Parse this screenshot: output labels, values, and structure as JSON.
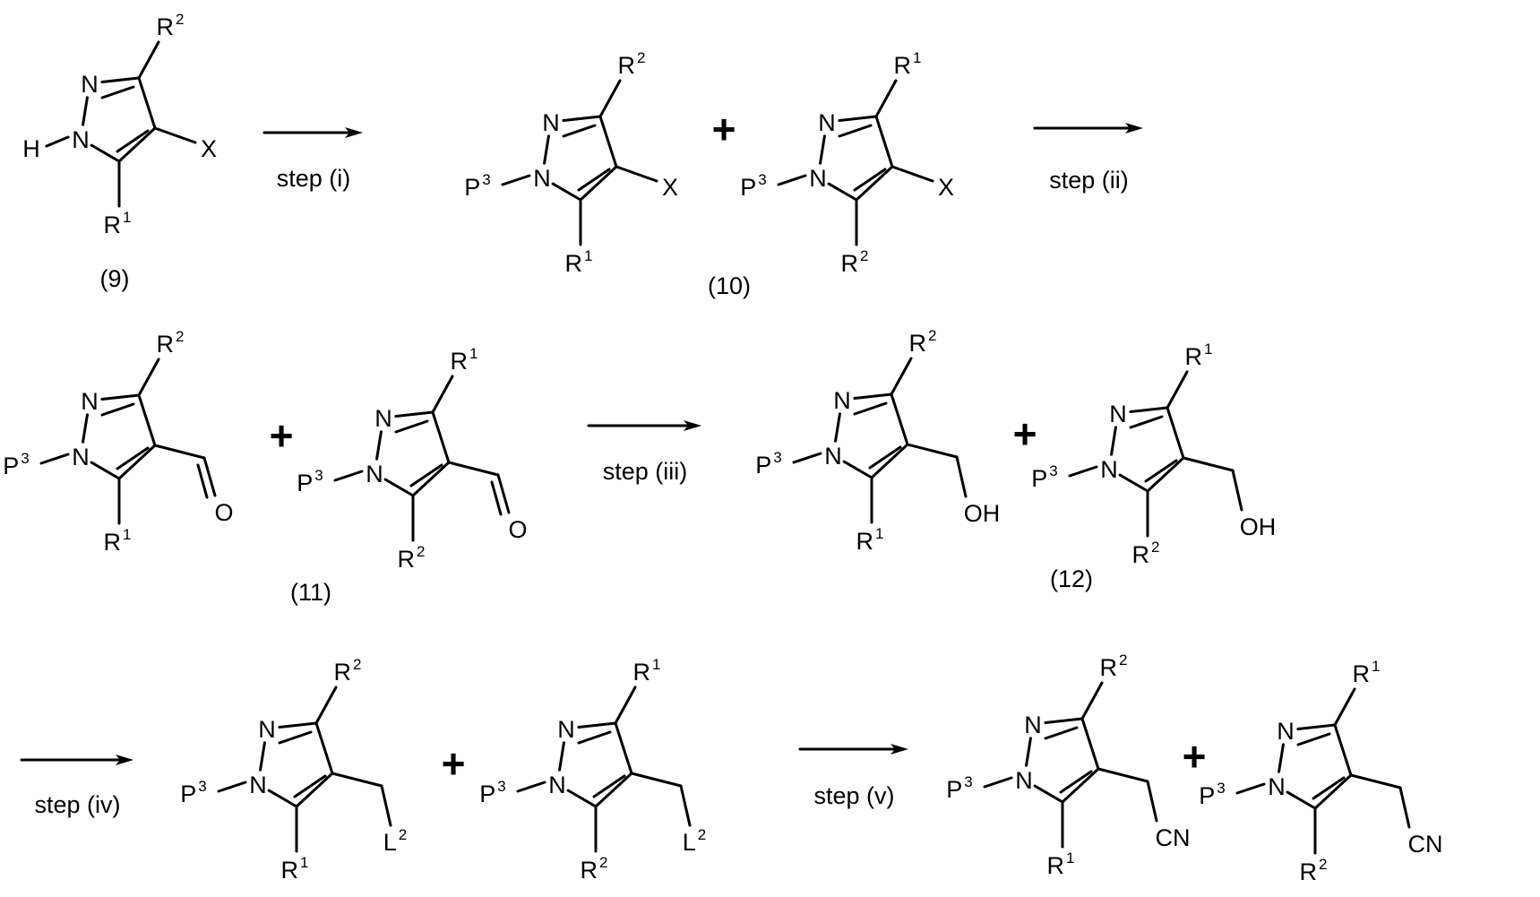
{
  "scheme": {
    "compounds": [
      {
        "id": "9",
        "label": "(9)",
        "structures": [
          {
            "n1": "H",
            "top": [
              "R",
              "2"
            ],
            "bottom": [
              "R",
              "1"
            ],
            "c4_group": "X"
          }
        ]
      },
      {
        "id": "10",
        "label": "(10)",
        "structures": [
          {
            "n1": [
              "P",
              "3"
            ],
            "top": [
              "R",
              "2"
            ],
            "bottom": [
              "R",
              "1"
            ],
            "c4_group": "X"
          },
          {
            "n1": [
              "P",
              "3"
            ],
            "top": [
              "R",
              "1"
            ],
            "bottom": [
              "R",
              "2"
            ],
            "c4_group": "X"
          }
        ]
      },
      {
        "id": "11",
        "label": "(11)",
        "structures": [
          {
            "n1": [
              "P",
              "3"
            ],
            "top": [
              "R",
              "2"
            ],
            "bottom": [
              "R",
              "1"
            ],
            "c4_group": "O",
            "c4_type": "aldehyde"
          },
          {
            "n1": [
              "P",
              "3"
            ],
            "top": [
              "R",
              "1"
            ],
            "bottom": [
              "R",
              "2"
            ],
            "c4_group": "O",
            "c4_type": "aldehyde"
          }
        ]
      },
      {
        "id": "12",
        "label": "(12)",
        "structures": [
          {
            "n1": [
              "P",
              "3"
            ],
            "top": [
              "R",
              "2"
            ],
            "bottom": [
              "R",
              "1"
            ],
            "c4_group": "OH",
            "c4_type": "ch2"
          },
          {
            "n1": [
              "P",
              "3"
            ],
            "top": [
              "R",
              "1"
            ],
            "bottom": [
              "R",
              "2"
            ],
            "c4_group": "OH",
            "c4_type": "ch2"
          }
        ]
      },
      {
        "id": "13",
        "label": "",
        "structures": [
          {
            "n1": [
              "P",
              "3"
            ],
            "top": [
              "R",
              "2"
            ],
            "bottom": [
              "R",
              "1"
            ],
            "c4_group": [
              "L",
              "2"
            ],
            "c4_type": "ch2"
          },
          {
            "n1": [
              "P",
              "3"
            ],
            "top": [
              "R",
              "1"
            ],
            "bottom": [
              "R",
              "2"
            ],
            "c4_group": [
              "L",
              "2"
            ],
            "c4_type": "ch2"
          }
        ]
      },
      {
        "id": "14",
        "label": "",
        "structures": [
          {
            "n1": [
              "P",
              "3"
            ],
            "top": [
              "R",
              "2"
            ],
            "bottom": [
              "R",
              "1"
            ],
            "c4_group": "CN",
            "c4_type": "ch2"
          },
          {
            "n1": [
              "P",
              "3"
            ],
            "top": [
              "R",
              "1"
            ],
            "bottom": [
              "R",
              "2"
            ],
            "c4_group": "CN",
            "c4_type": "ch2"
          }
        ]
      }
    ],
    "steps": [
      "step (i)",
      "step (ii)",
      "step (iii)",
      "step (iv)",
      "step (v)"
    ],
    "ring_atom": "N",
    "plus": "+"
  }
}
